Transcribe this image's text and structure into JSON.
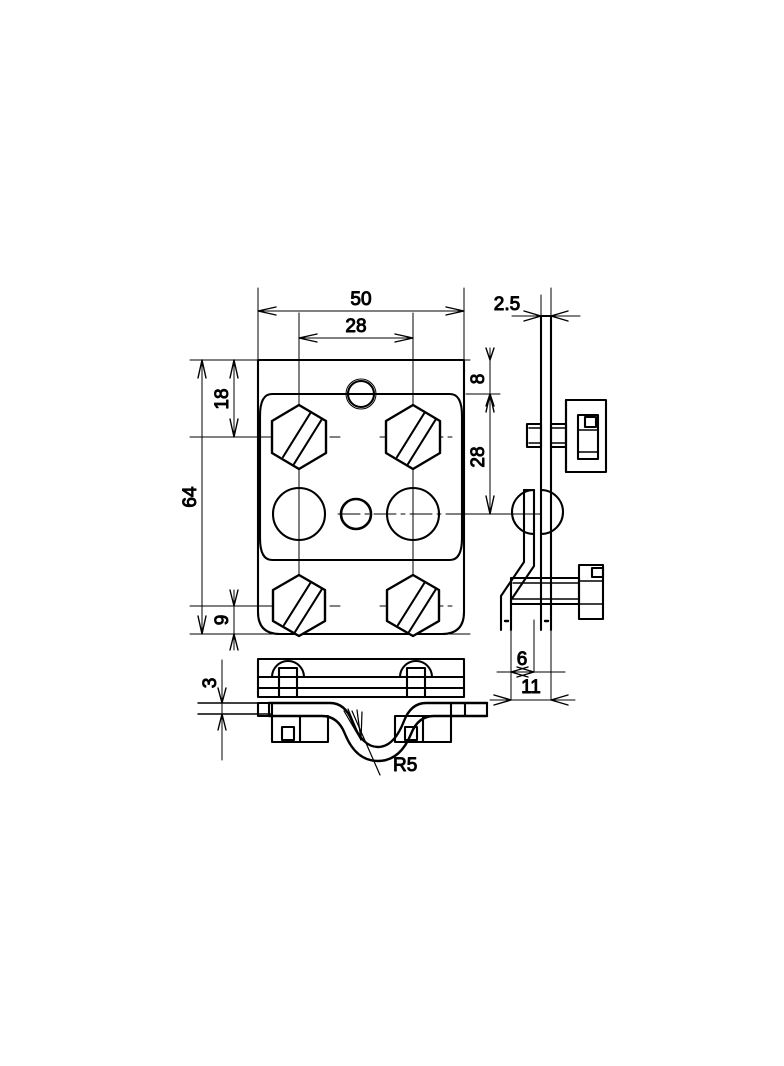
{
  "drawing": {
    "title": "Technical engineering drawing — mounting plate with clamp saddle",
    "type": "orthographic-projection",
    "views": [
      {
        "name": "front-view",
        "label": ""
      },
      {
        "name": "side-view",
        "label": ""
      },
      {
        "name": "bottom-view",
        "label": ""
      }
    ],
    "line_color": "#000000",
    "background_color": "#ffffff"
  },
  "dimensions": {
    "width_overall": "50",
    "bolt_spacing_horizontal": "28",
    "height_overall": "64",
    "top_to_upper_bolt": "18",
    "bottom_to_lower_bolt": "9",
    "plate_thickness": "2.5",
    "top_edge_to_clamp": "8",
    "clamp_height": "28",
    "saddle_gap": "6",
    "saddle_width": "11",
    "bottom_plate_thickness": "3",
    "radius_callout": "R5"
  },
  "features": {
    "hex_bolts_count": 4,
    "large_holes_count": 2,
    "small_holes_count": 2
  }
}
